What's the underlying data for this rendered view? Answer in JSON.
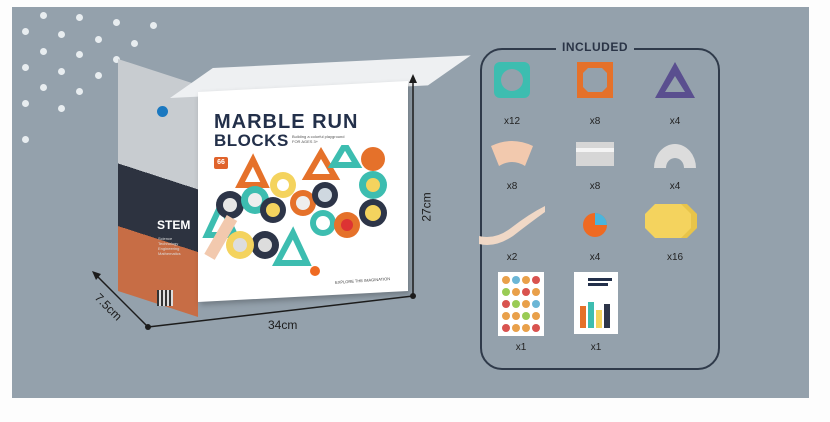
{
  "product": {
    "brand_title_line1": "MARBLE RUN",
    "brand_title_line2": "BLOCKS",
    "subtitle": "Building a colorful playground FOR AGES 3+",
    "piece_count": "66",
    "piece_unit": "PCS",
    "side_label": "STEM",
    "side_list": [
      "Science",
      "Technology",
      "Engineering",
      "Mathematics"
    ],
    "tagline": "EXPLORE THE IMAGINATION"
  },
  "dimensions": {
    "depth": "7.5cm",
    "width": "34cm",
    "height": "27cm"
  },
  "included": {
    "title": "INCLUDED",
    "items": [
      {
        "name": "teal-gear-block",
        "qty": "x12",
        "color": "#3dbdb0"
      },
      {
        "name": "orange-octagon-block",
        "qty": "x8",
        "color": "#e5712a"
      },
      {
        "name": "purple-triangle-block",
        "qty": "x4",
        "color": "#5a4f8f"
      },
      {
        "name": "curved-track",
        "qty": "x8",
        "color": "#f2c9ae"
      },
      {
        "name": "straight-tube",
        "qty": "x8",
        "color": "#d6d6d6"
      },
      {
        "name": "u-turn-tube",
        "qty": "x4",
        "color": "#dcdcdc"
      },
      {
        "name": "wavy-slide",
        "qty": "x2",
        "color": "#f0d8c6"
      },
      {
        "name": "marble",
        "qty": "x4",
        "color": "#ef6a22"
      },
      {
        "name": "yellow-octagon-plates",
        "qty": "x16",
        "color": "#f4d35e"
      },
      {
        "name": "sticker-sheet",
        "qty": "x1",
        "color": "#ffffff"
      },
      {
        "name": "instruction-manual",
        "qty": "x1",
        "color": "#ffffff"
      }
    ]
  },
  "colors": {
    "background_panel": "#94a1ac",
    "frame": "#2f3a4a"
  }
}
